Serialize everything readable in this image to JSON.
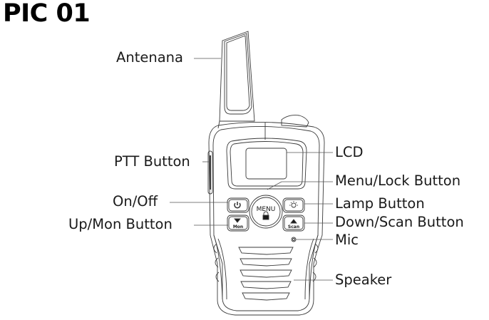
{
  "figure": {
    "title": "PIC 01",
    "subject": "walkie-talkie front view",
    "labels": {
      "antenna": "Antenana",
      "ptt": "PTT Button",
      "on_off": "On/Off",
      "up_mon": "Up/Mon Button",
      "lcd": "LCD",
      "menu_lock": "Menu/Lock Button",
      "lamp": "Lamp Button",
      "down_scan": "Down/Scan Button",
      "mic": "Mic",
      "speaker": "Speaker"
    },
    "buttons": {
      "menu_text": "MENU",
      "mon_text": "Mon",
      "scan_text": "Scan"
    },
    "colors": {
      "line": "#3a3a3a",
      "text": "#1a1a1a",
      "background": "#ffffff"
    }
  }
}
